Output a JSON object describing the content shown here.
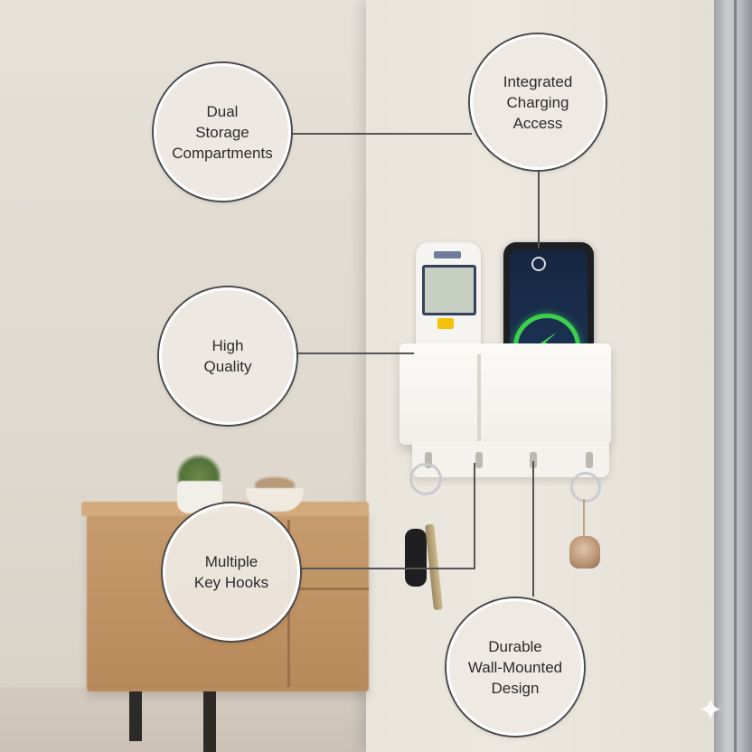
{
  "callouts": {
    "dual_storage": {
      "lines": [
        "Dual",
        "Storage",
        "Compartments"
      ]
    },
    "charging": {
      "lines": [
        "Integrated",
        "Charging",
        "Access"
      ]
    },
    "quality": {
      "lines": [
        "High",
        "Quality"
      ]
    },
    "key_hooks": {
      "lines": [
        "Multiple",
        "Key Hooks"
      ]
    },
    "durable": {
      "lines": [
        "Durable",
        "Wall-Mounted",
        "Design"
      ]
    }
  },
  "icons": {
    "charging_bolt": "⚡",
    "sparkle": "✦"
  },
  "colors": {
    "charging_green": "#3bd14c",
    "callout_border": "#4a4a4a"
  }
}
